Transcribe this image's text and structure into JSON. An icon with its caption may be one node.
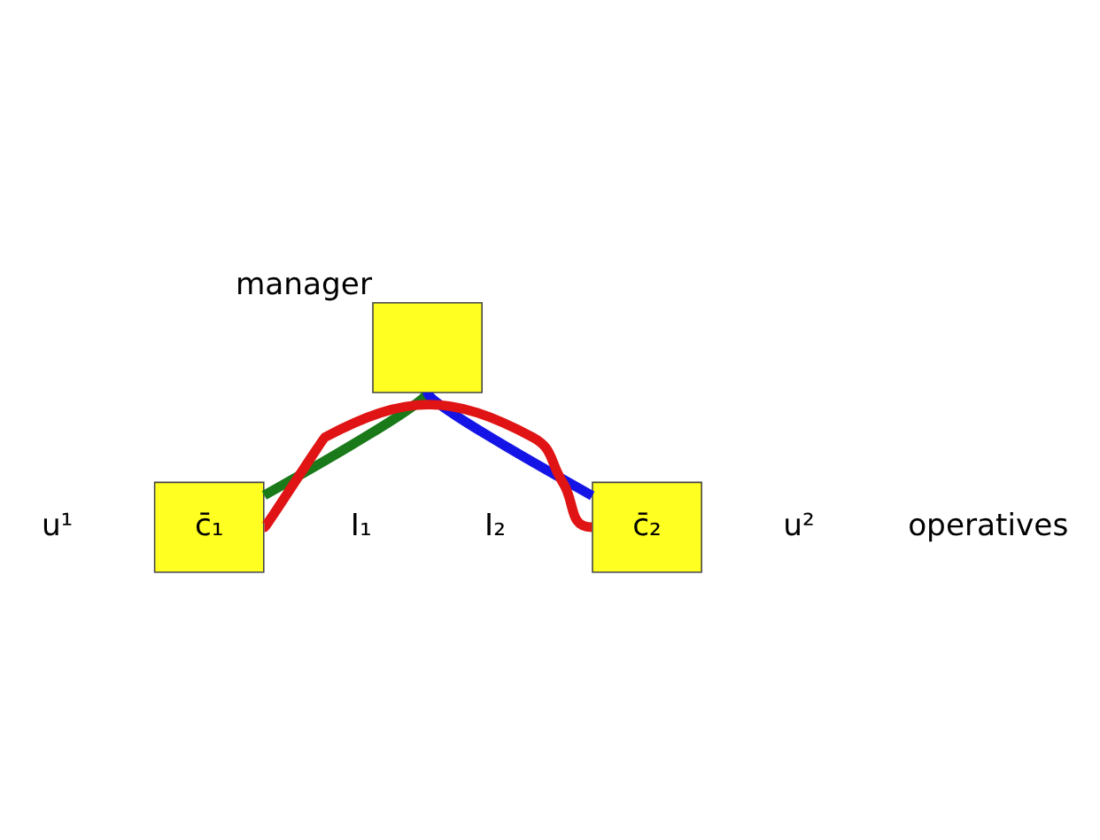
{
  "diagram": {
    "nodes": [
      {
        "text": [],
        "shape": "box",
        "beside": [
          "manager"
        ]
      },
      {
        "text": [
          "c̄₁"
        ]
      },
      {
        "text": [
          "c̄₂"
        ]
      }
    ],
    "edges": [
      {
        "from": 0,
        "to": 1,
        "arrow": "none",
        "color": "#1a7a1a"
      },
      {
        "from": 0,
        "to": 2,
        "arrow": "none",
        "color": "#1414e6"
      },
      {
        "from": 1,
        "to": 2,
        "arrow": "none",
        "color": "#e01414"
      }
    ],
    "labels": [
      "u¹",
      "u²",
      "I₂",
      "operatives",
      "I₁"
    ]
  }
}
